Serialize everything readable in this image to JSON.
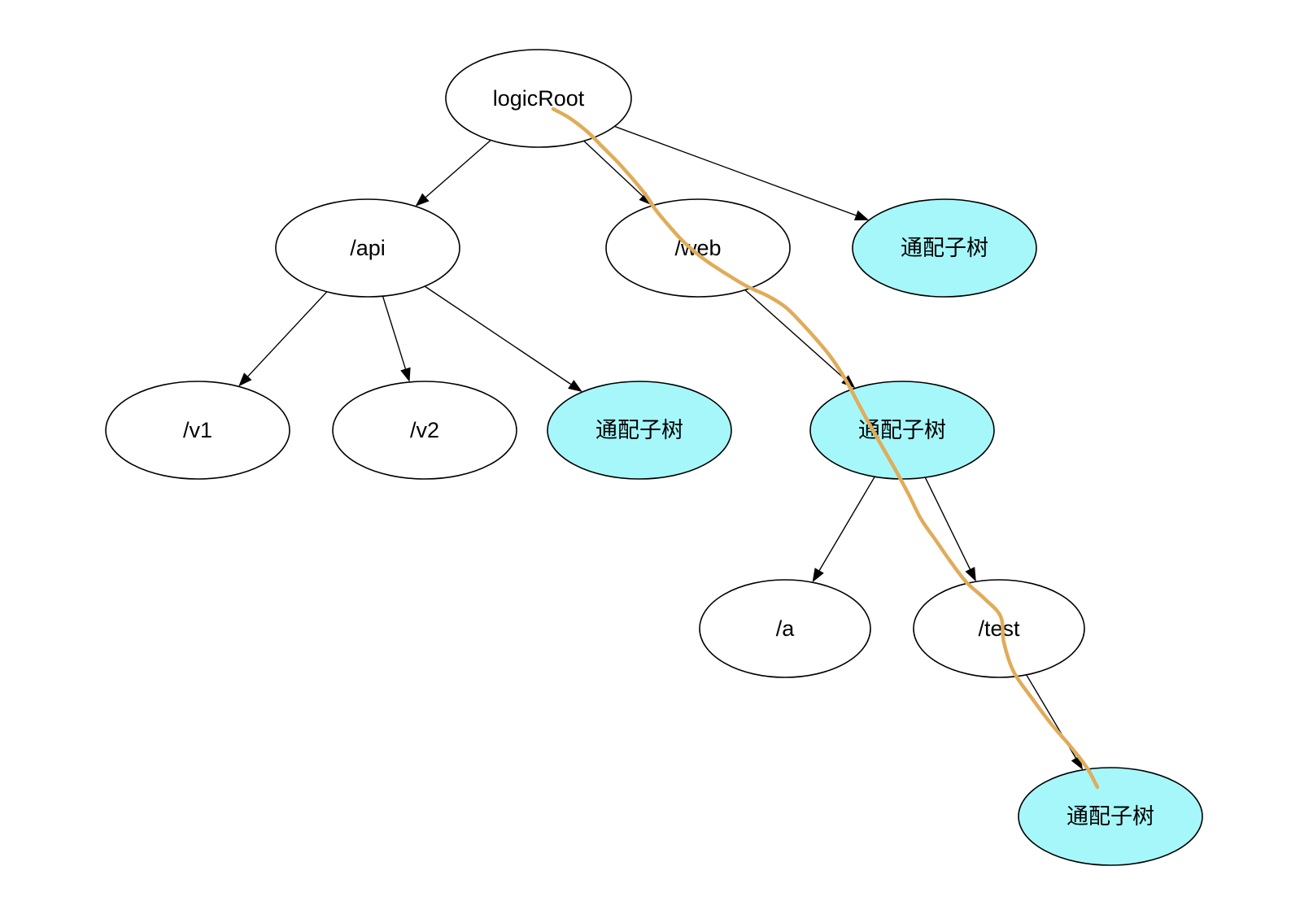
{
  "diagram": {
    "colors": {
      "plain_fill": "#ffffff",
      "wildcard_fill": "#a6f7fa",
      "outline": "#000000",
      "highlight_path": "#e0ac5a"
    },
    "nodes": [
      {
        "id": "logicRoot",
        "label": "logicRoot",
        "kind": "plain"
      },
      {
        "id": "api",
        "label": "/api",
        "kind": "plain"
      },
      {
        "id": "web",
        "label": "/web",
        "kind": "plain"
      },
      {
        "id": "wild_root",
        "label": "通配子树",
        "kind": "wildcard"
      },
      {
        "id": "v1",
        "label": "/v1",
        "kind": "plain"
      },
      {
        "id": "v2",
        "label": "/v2",
        "kind": "plain"
      },
      {
        "id": "wild_api",
        "label": "通配子树",
        "kind": "wildcard"
      },
      {
        "id": "wild_web",
        "label": "通配子树",
        "kind": "wildcard"
      },
      {
        "id": "a",
        "label": "/a",
        "kind": "plain"
      },
      {
        "id": "test",
        "label": "/test",
        "kind": "plain"
      },
      {
        "id": "wild_test",
        "label": "通配子树",
        "kind": "wildcard"
      }
    ],
    "edges": [
      {
        "from": "logicRoot",
        "to": "api"
      },
      {
        "from": "logicRoot",
        "to": "web"
      },
      {
        "from": "logicRoot",
        "to": "wild_root"
      },
      {
        "from": "api",
        "to": "v1"
      },
      {
        "from": "api",
        "to": "v2"
      },
      {
        "from": "api",
        "to": "wild_api"
      },
      {
        "from": "web",
        "to": "wild_web"
      },
      {
        "from": "wild_web",
        "to": "a"
      },
      {
        "from": "wild_web",
        "to": "test"
      },
      {
        "from": "test",
        "to": "wild_test"
      }
    ],
    "highlight_path": [
      "logicRoot",
      "web",
      "wild_web",
      "test",
      "wild_test"
    ]
  }
}
